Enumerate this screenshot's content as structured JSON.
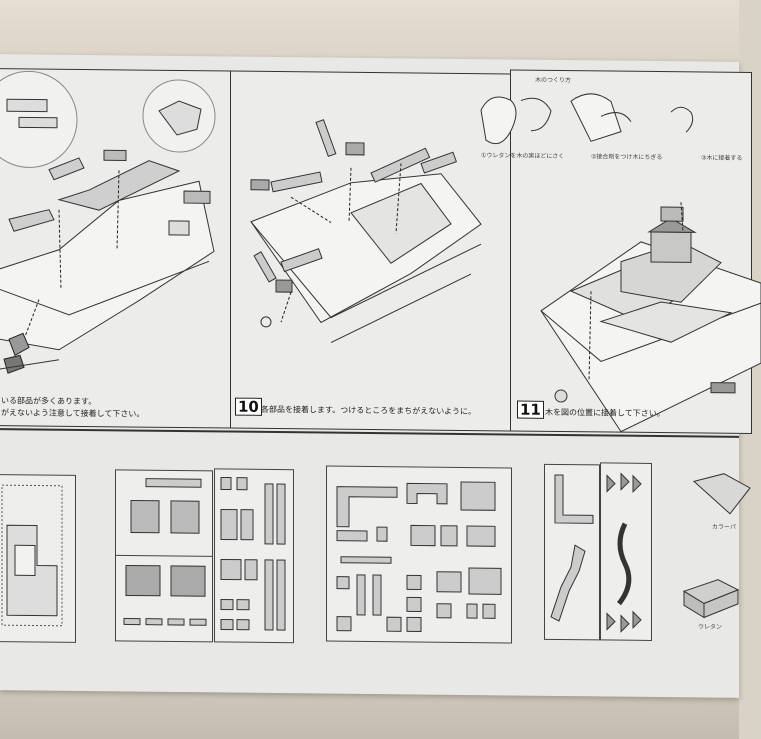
{
  "step9": {
    "caption_line1": "いる部品が多くあります。",
    "caption_line2": "がえないよう注意して接着して下さい。"
  },
  "step10": {
    "number": "10",
    "caption": "各部品を接着します。つけるところをまちがえないように。"
  },
  "step11": {
    "number": "11",
    "caption": "木を図の位置に接着して下さい。",
    "hint_title": "木のつくり方",
    "hint_1": "①ウレタンを木の実ほどにさく",
    "hint_2": "②接合剤をつけ木にちぎる",
    "hint_3": "③木に接着する"
  },
  "parts": {
    "color_label": "カラーパ",
    "urethane_label": "ウレタン"
  }
}
